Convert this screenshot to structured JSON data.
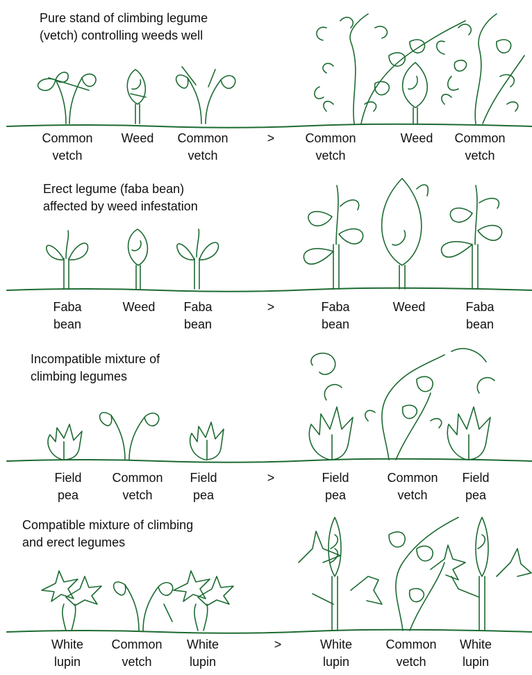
{
  "colors": {
    "ink": "#1d6b32",
    "text": "#111111",
    "background": "#ffffff"
  },
  "comparison_symbol": ">",
  "panels": [
    {
      "title_lines": [
        "Pure stand of climbing legume",
        "(vetch) controlling weeds well"
      ],
      "before": [
        {
          "line1": "Common",
          "line2": "vetch",
          "icon": "vetch-seedling-icon"
        },
        {
          "line1": "Weed",
          "line2": "",
          "icon": "weed-seedling-icon"
        },
        {
          "line1": "Common",
          "line2": "vetch",
          "icon": "vetch-seedling-icon"
        }
      ],
      "after": [
        {
          "line1": "Common",
          "line2": "vetch",
          "icon": "vetch-plant-icon"
        },
        {
          "line1": "Weed",
          "line2": "",
          "icon": "weed-plant-icon"
        },
        {
          "line1": "Common",
          "line2": "vetch",
          "icon": "vetch-plant-icon"
        }
      ]
    },
    {
      "title_lines": [
        "Erect legume (faba bean)",
        "affected by weed infestation"
      ],
      "before": [
        {
          "line1": "Faba",
          "line2": "bean",
          "icon": "faba-bean-seedling-icon"
        },
        {
          "line1": "Weed",
          "line2": "",
          "icon": "weed-seedling-icon"
        },
        {
          "line1": "Faba",
          "line2": "bean",
          "icon": "faba-bean-seedling-icon"
        }
      ],
      "after": [
        {
          "line1": "Faba",
          "line2": "bean",
          "icon": "faba-bean-plant-icon"
        },
        {
          "line1": "Weed",
          "line2": "",
          "icon": "weed-plant-icon"
        },
        {
          "line1": "Faba",
          "line2": "bean",
          "icon": "faba-bean-plant-icon"
        }
      ]
    },
    {
      "title_lines": [
        "Incompatible mixture of",
        "climbing legumes"
      ],
      "before": [
        {
          "line1": "Field",
          "line2": "pea",
          "icon": "field-pea-seedling-icon"
        },
        {
          "line1": "Common",
          "line2": "vetch",
          "icon": "vetch-seedling-icon"
        },
        {
          "line1": "Field",
          "line2": "pea",
          "icon": "field-pea-seedling-icon"
        }
      ],
      "after": [
        {
          "line1": "Field",
          "line2": "pea",
          "icon": "field-pea-plant-icon"
        },
        {
          "line1": "Common",
          "line2": "vetch",
          "icon": "vetch-plant-icon"
        },
        {
          "line1": "Field",
          "line2": "pea",
          "icon": "field-pea-plant-icon"
        }
      ]
    },
    {
      "title_lines": [
        "Compatible mixture of climbing",
        "and erect legumes"
      ],
      "before": [
        {
          "line1": "White",
          "line2": "lupin",
          "icon": "white-lupin-seedling-icon"
        },
        {
          "line1": "Common",
          "line2": "vetch",
          "icon": "vetch-seedling-icon"
        },
        {
          "line1": "White",
          "line2": "lupin",
          "icon": "white-lupin-seedling-icon"
        }
      ],
      "after": [
        {
          "line1": "White",
          "line2": "lupin",
          "icon": "white-lupin-plant-icon"
        },
        {
          "line1": "Common",
          "line2": "vetch",
          "icon": "vetch-plant-icon"
        },
        {
          "line1": "White",
          "line2": "lupin",
          "icon": "white-lupin-plant-icon"
        }
      ]
    }
  ]
}
